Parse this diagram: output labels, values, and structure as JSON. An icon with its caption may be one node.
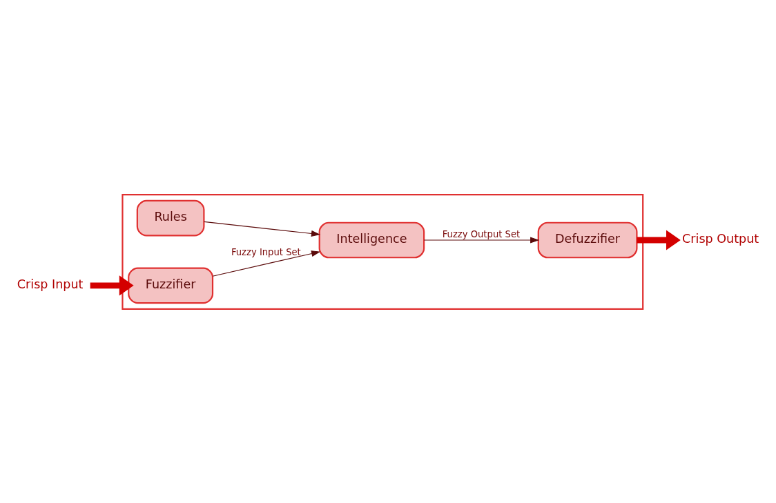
{
  "diagram": {
    "nodes": [
      {
        "text": [],
        "shape": "box"
      },
      {
        "text": [
          "Rules"
        ],
        "in": 0
      },
      {
        "text": [
          "Fuzzifier"
        ],
        "in": 0
      },
      {
        "text": [
          "Defuzzifier"
        ],
        "in": 0
      },
      {
        "text": [
          "Intelligence"
        ],
        "in": 0
      },
      {
        "text": [
          "Crisp Input"
        ]
      },
      {
        "text": [
          "Crisp Output"
        ]
      }
    ],
    "edges": [
      {
        "from": 5,
        "to": 2,
        "arrow": "to",
        "style": "thick",
        "color": "#d40000"
      },
      {
        "from": 1,
        "to": 4,
        "arrow": "to"
      },
      {
        "from": 2,
        "to": 4,
        "arrow": "to",
        "label": "Fuzzy Input Set"
      },
      {
        "from": 4,
        "to": 3,
        "arrow": "to",
        "label": "Fuzzy Output Set"
      },
      {
        "from": 3,
        "to": 6,
        "arrow": "to",
        "style": "thick",
        "color": "#d40000"
      }
    ]
  }
}
